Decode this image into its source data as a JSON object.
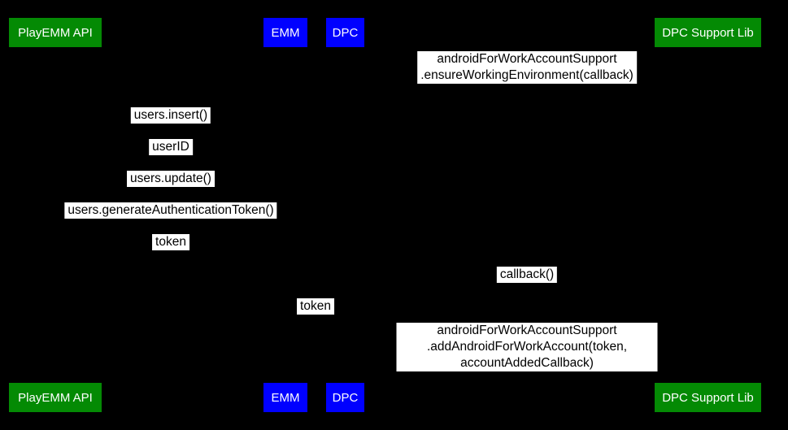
{
  "diagram": {
    "type": "sequence",
    "colors": {
      "background": "#000000",
      "actor_green": "#048a04",
      "actor_blue": "#0000ff",
      "actor_text": "#ffffff",
      "label_bg": "#ffffff",
      "label_text": "#000000"
    },
    "actors": [
      {
        "label": "PlayEMM API",
        "color": "#048a04"
      },
      {
        "label": "EMM",
        "color": "#0000ff"
      },
      {
        "label": "DPC",
        "color": "#0000ff"
      },
      {
        "label": "DPC Support Lib",
        "color": "#048a04"
      }
    ],
    "messages": [
      {
        "label": "androidForWorkAccountSupport\n.ensureWorkingEnvironment(callback)"
      },
      {
        "label": "users.insert()"
      },
      {
        "label": "userID"
      },
      {
        "label": "users.update()"
      },
      {
        "label": "users.generateAuthenticationToken()"
      },
      {
        "label": "token"
      },
      {
        "label": "callback()"
      },
      {
        "label": "token"
      },
      {
        "label": "androidForWorkAccountSupport\n.addAndroidForWorkAccount(token, accountAddedCallback)"
      }
    ]
  }
}
